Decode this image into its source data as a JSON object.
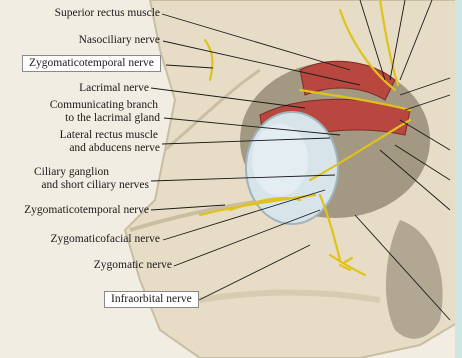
{
  "labels": {
    "superior_rectus": "Superior rectus muscle",
    "nasociliary": "Nasociliary nerve",
    "zygomaticotemporal_boxed": "Zygomaticotemporal nerve",
    "lacrimal": "Lacrimal nerve",
    "communicating_1": "Communicating branch",
    "communicating_2": "to the lacrimal gland",
    "lateral_rectus_1": "Lateral rectus muscle",
    "lateral_rectus_2": "and abducens nerve",
    "ciliary_1": "Ciliary ganglion",
    "ciliary_2": "and short ciliary nerves",
    "zygomaticotemporal": "Zygomaticotemporal nerve",
    "zygomaticofacial": "Zygomaticofacial nerve",
    "zygomatic": "Zygomatic nerve",
    "infraorbital_boxed": "Infraorbital nerve"
  },
  "colors": {
    "bone": "#e7ddc6",
    "bone_shadow": "#c9bea2",
    "muscle": "#b8483f",
    "nerve": "#e0c21c",
    "eye": "#d7e4ea",
    "frame": "#cfe6e2"
  }
}
